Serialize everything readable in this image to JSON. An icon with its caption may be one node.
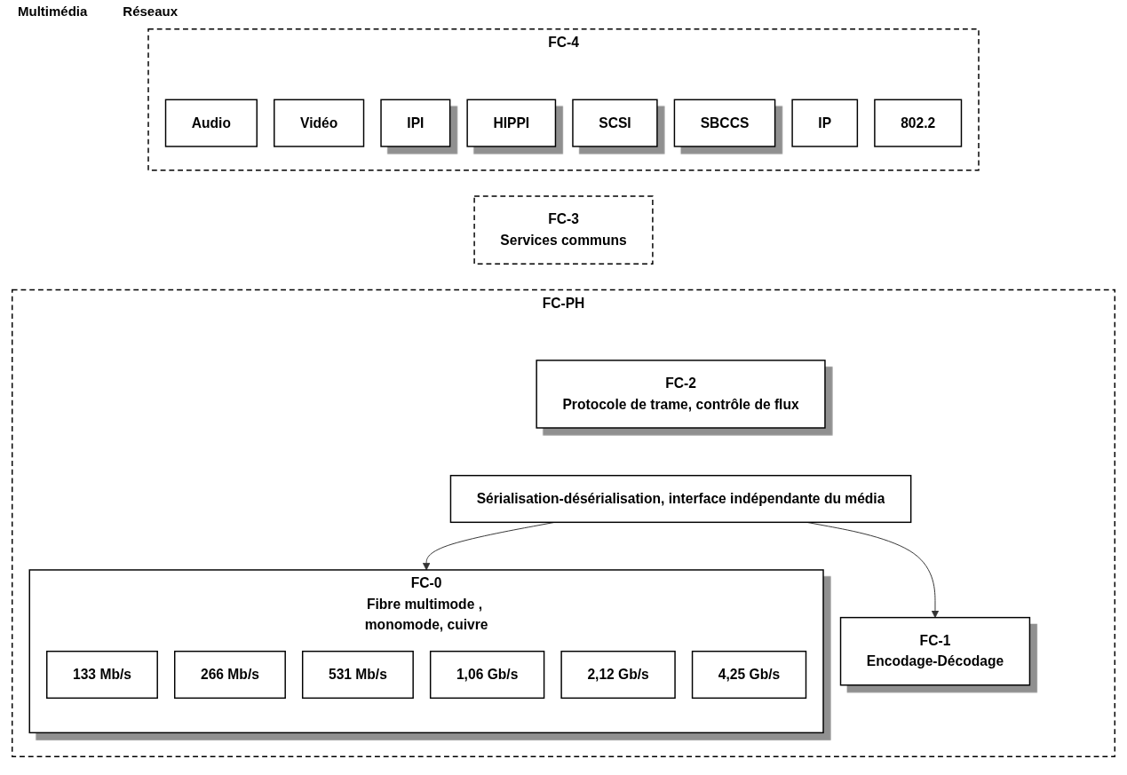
{
  "diagram": {
    "nodes": [
      {
        "text": [
          "FC-4"
        ]
      },
      {
        "text": [
          "Audio"
        ],
        "in": 0
      },
      {
        "text": [
          "Vidéo"
        ],
        "in": 0
      },
      {
        "text": [
          "IPI"
        ],
        "in": 0
      },
      {
        "text": [
          "HIPPI"
        ],
        "in": 0
      },
      {
        "text": [
          "SCSI"
        ],
        "in": 0
      },
      {
        "text": [
          "SBCCS"
        ],
        "in": 0
      },
      {
        "text": [
          "IP"
        ],
        "in": 0
      },
      {
        "text": [
          "802.2"
        ],
        "in": 0
      },
      {
        "text": [
          "FC-3",
          "Services communs"
        ]
      },
      {
        "text": [
          "FC-PH"
        ]
      },
      {
        "text": [
          "FC-2",
          "Protocole de trame, contrôle de flux"
        ],
        "in": 10
      },
      {
        "text": [
          "FC-1",
          "Encodage-Décodage"
        ],
        "in": 10
      },
      {
        "text": [
          "Sérialisation-désérialisation, interface indépendante du média"
        ],
        "in": 10
      },
      {
        "text": [
          "FC-0",
          "Fibre multimode , monomode, cuivre"
        ],
        "in": 10
      },
      {
        "text": [
          "133 Mb/s"
        ],
        "in": 14
      },
      {
        "text": [
          "266 Mb/s"
        ],
        "in": 14
      },
      {
        "text": [
          "531 Mb/s"
        ],
        "in": 14
      },
      {
        "text": [
          "1,06 Gb/s"
        ],
        "in": 14
      },
      {
        "text": [
          "2,12 Gb/s"
        ],
        "in": 14
      },
      {
        "text": [
          "4,25 Gb/s"
        ],
        "in": 14
      }
    ],
    "edges": [
      {
        "from": 13,
        "to": 12,
        "arrow": "to"
      },
      {
        "from": 13,
        "to": 14,
        "arrow": "to"
      }
    ],
    "labels": [
      "Multimédia",
      "Réseaux"
    ]
  }
}
